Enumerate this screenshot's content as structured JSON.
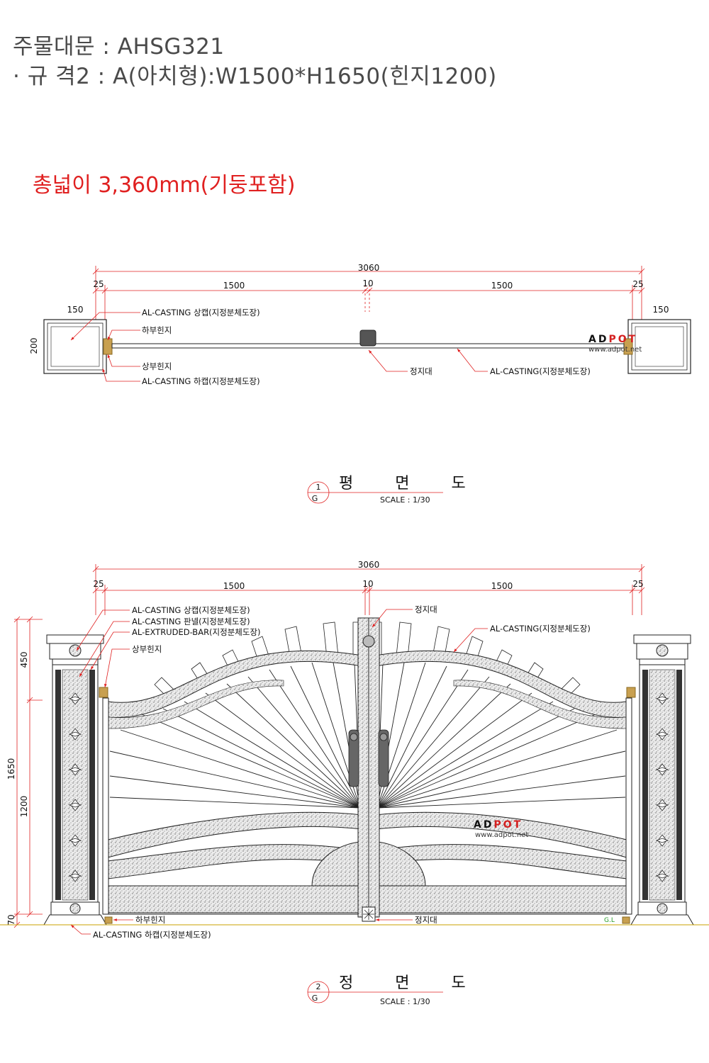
{
  "header": {
    "line1": "주물대문 : AHSG321",
    "line2": "· 규 격2 : A(아치형):W1500*H1650(힌지1200)",
    "total_width": "총넓이 3,360mm(기둥포함)"
  },
  "plan": {
    "dims": {
      "total": "3060",
      "edge_left": "25",
      "leaf_left": "1500",
      "gap": "10",
      "leaf_right": "1500",
      "edge_right": "25",
      "post_left": "150",
      "post_right": "150",
      "post_depth": "200"
    },
    "labels": {
      "top_cap": "AL-CASTING 상캡(지정분체도장)",
      "lower_hinge": "하부힌지",
      "upper_hinge": "상부힌지",
      "bottom_cap": "AL-CASTING 하캡(지정분체도장)",
      "stopper": "정지대",
      "casting": "AL-CASTING(지정분체도장)"
    },
    "title": "평 면 도",
    "number": "1",
    "sheet": "G",
    "scale": "SCALE : 1/30"
  },
  "elevation": {
    "dims": {
      "total": "3060",
      "edge_left": "25",
      "leaf_left": "1500",
      "gap": "10",
      "leaf_right": "1500",
      "edge_right": "25",
      "h_total": "1650",
      "h_top": "450",
      "h_hinge": "1200",
      "h_base": "70"
    },
    "labels": {
      "top_cap": "AL-CASTING 상캡(지정분체도장)",
      "panel": "AL-CASTING 판넬(지정분체도장)",
      "bar": "AL-EXTRUDED-BAR(지정분체도장)",
      "upper_hinge": "상부힌지",
      "stopper_top": "정지대",
      "casting": "AL-CASTING(지정분체도장)",
      "lower_hinge": "하부힌지",
      "stopper_bottom": "정지대",
      "bottom_cap": "AL-CASTING 하캡(지정분체도장)",
      "ground": "G.L"
    },
    "title": "정 면 도",
    "number": "2",
    "sheet": "G",
    "scale": "SCALE : 1/30"
  },
  "watermark": {
    "brand_a": "AD",
    "brand_b": "POT",
    "site": "www.adpot.net"
  },
  "colors": {
    "title_red": "#e02020",
    "ground_line": "#c8a000",
    "gl_text": "#2a9d2a",
    "hinge": "#c8a050",
    "brand_red": "#d42020"
  }
}
